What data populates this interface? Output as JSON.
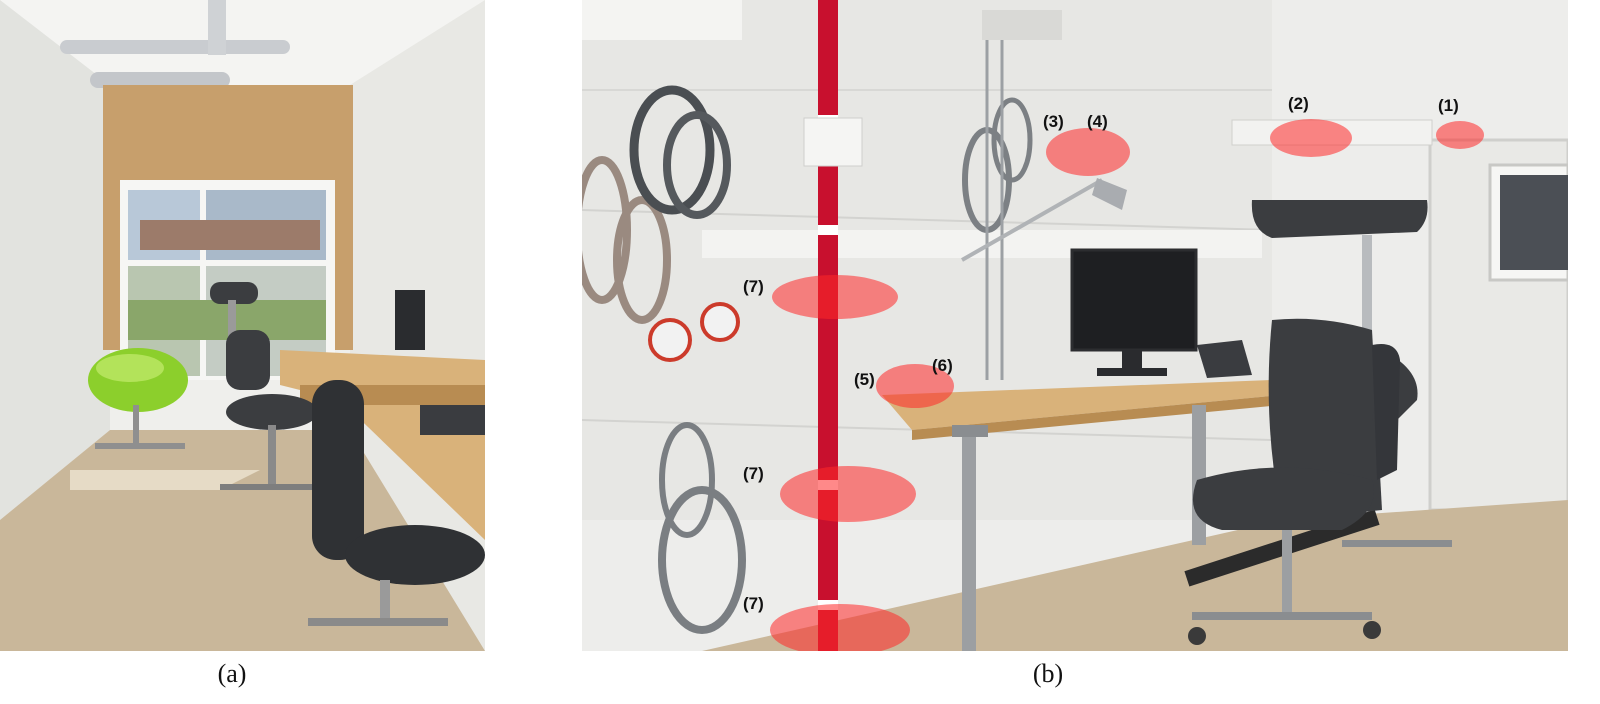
{
  "figure": {
    "caption_a": "(a)",
    "caption_b": "(b)"
  },
  "annotations": {
    "sensor_1": "(1)",
    "sensor_2": "(2)",
    "sensor_3": "(3)",
    "sensor_4": "(4)",
    "sensor_5": "(5)",
    "sensor_6": "(6)",
    "sensor_7_top": "(7)",
    "sensor_7_mid": "(7)",
    "sensor_7_bottom": "(7)"
  },
  "colors": {
    "highlight": "#ff2828",
    "pole_red": "#c8102e",
    "wall": "#ececea",
    "floor": "#c9b79a",
    "chair_green": "#8ccf2c",
    "chair_dark": "#3b3d40",
    "desk_wood": "#d9b27a"
  }
}
